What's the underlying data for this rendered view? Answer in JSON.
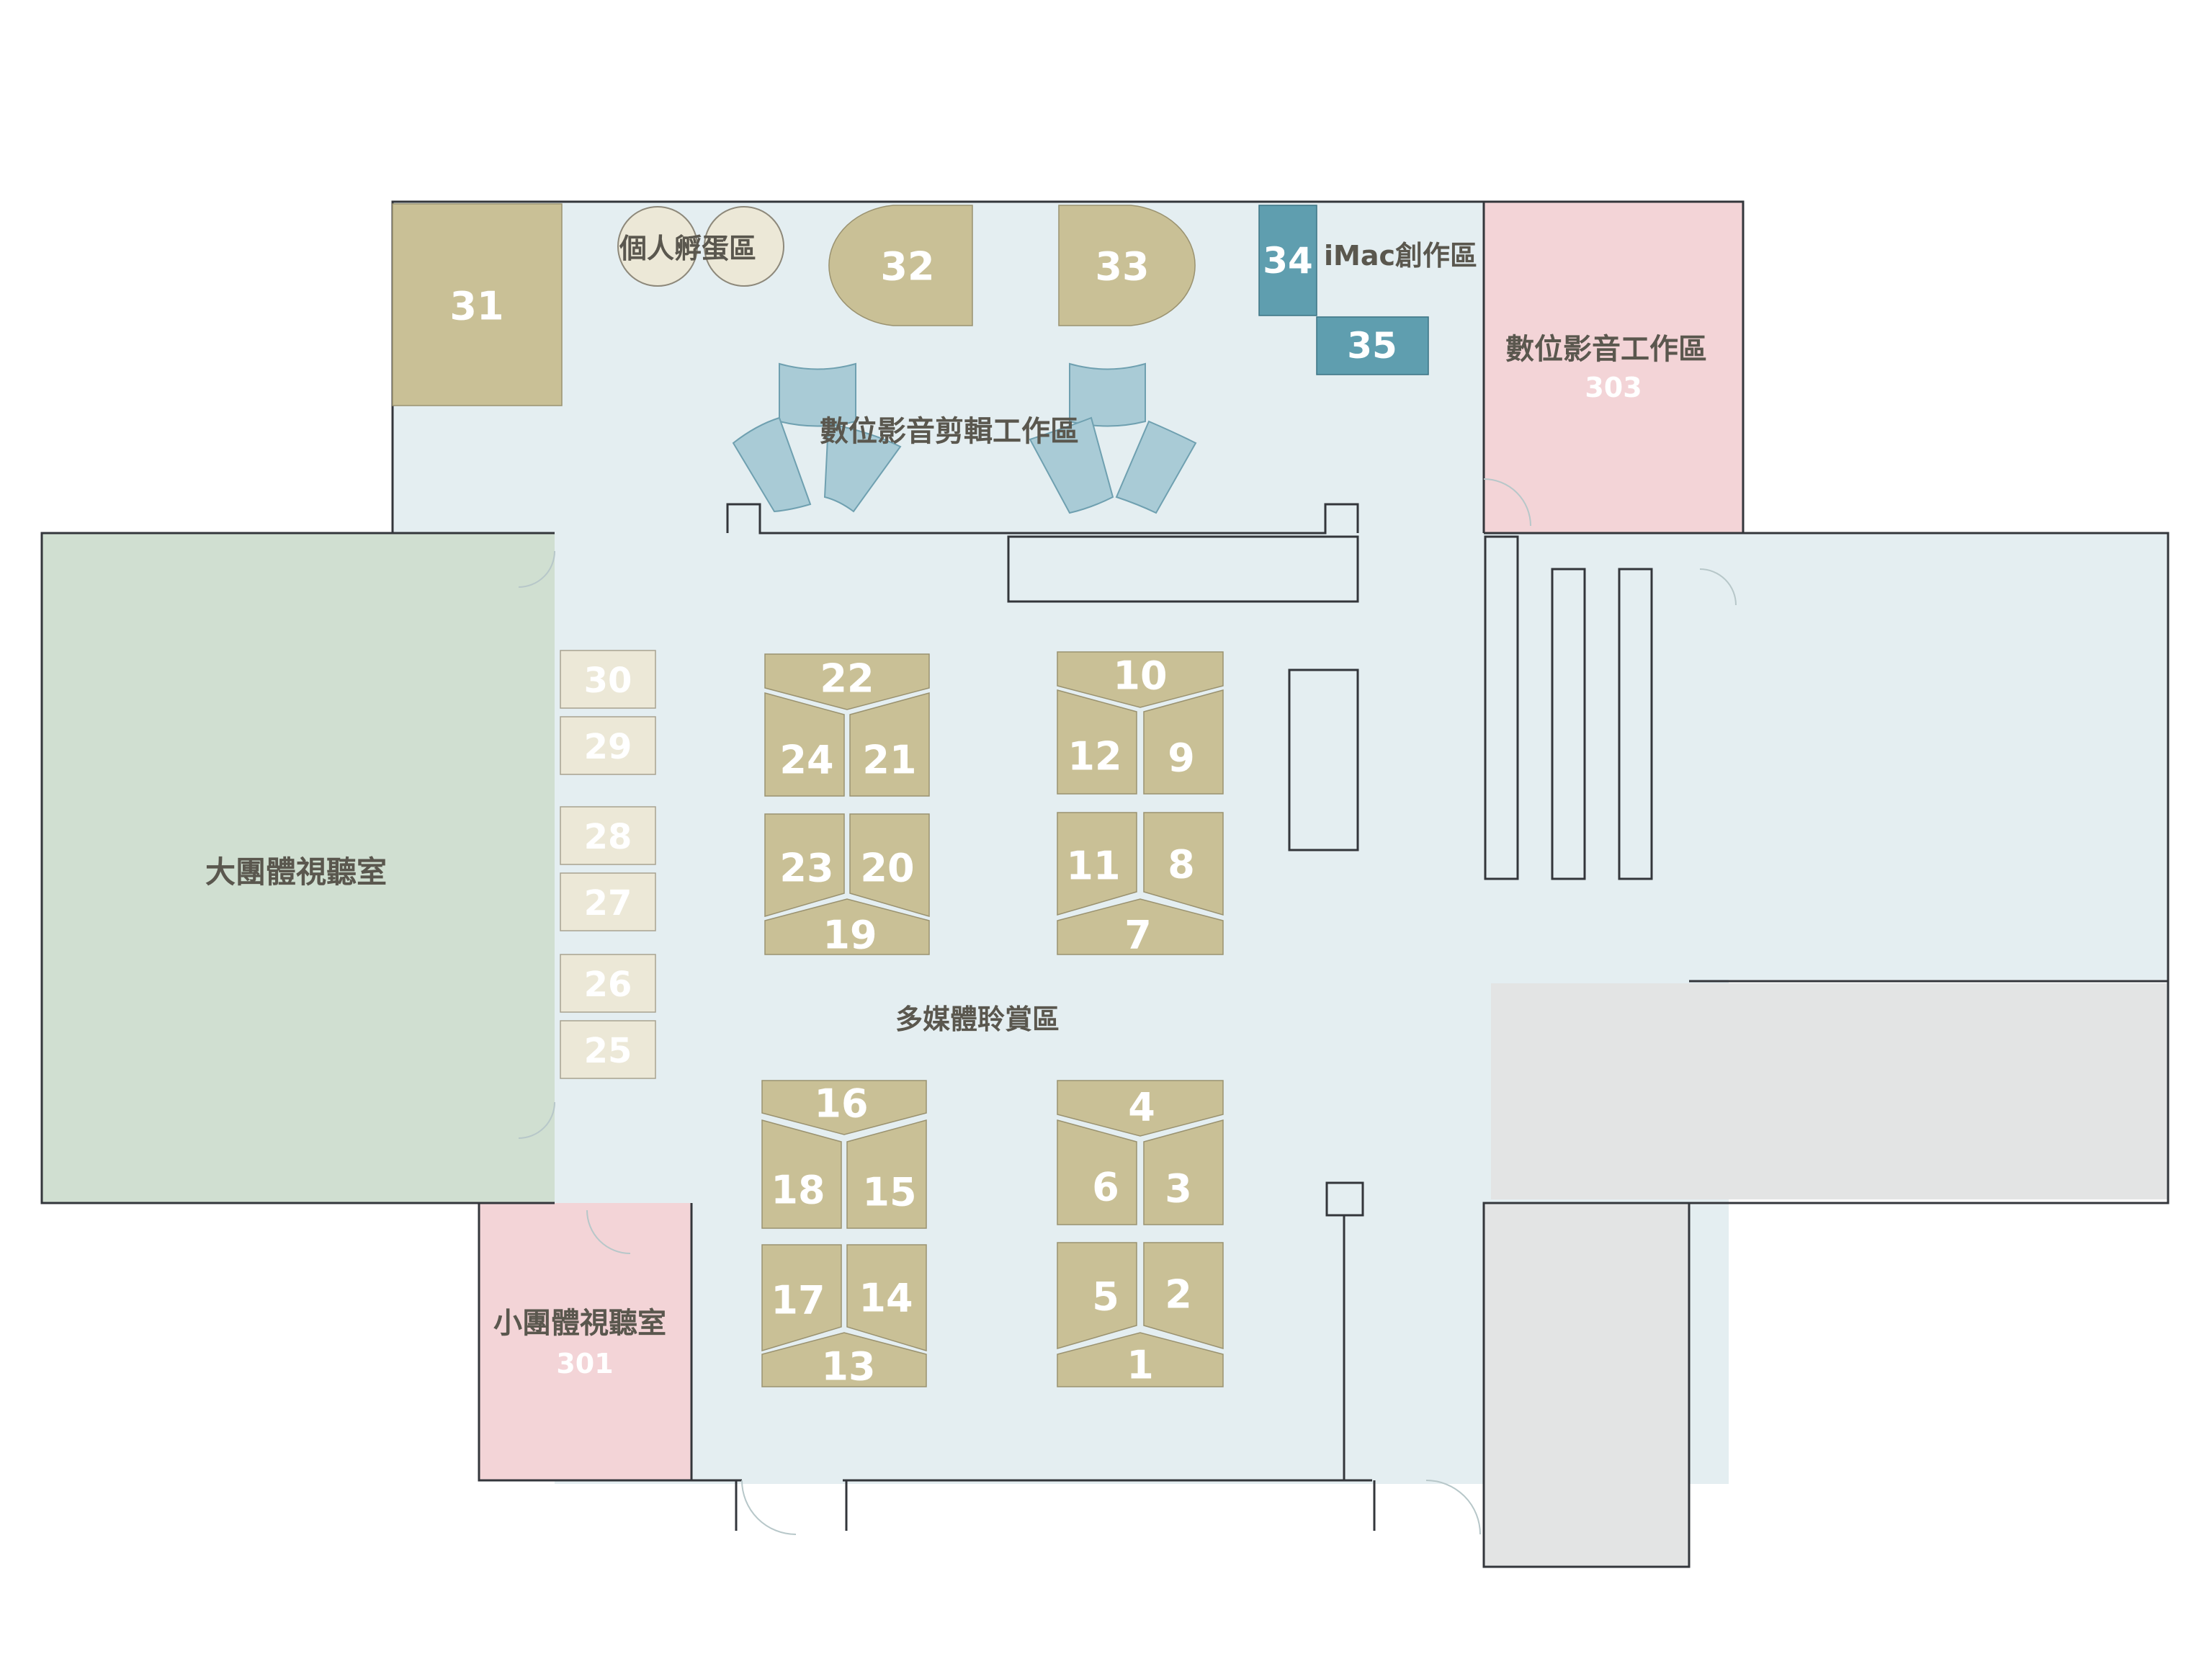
{
  "colors": {
    "floor": "#e4eef1",
    "green_room": "#d0dfd1",
    "pink_room": "#f3d4d7",
    "gray_room": "#e3e4e4",
    "seat": "#c9c096",
    "seat_light": "#ece8d7",
    "seat_blue": "#5f9eaf",
    "chair": "#a9cbd6",
    "wall": "#33363b"
  },
  "areas": {
    "incubator": "個人孵蛋區",
    "imac": "iMac創作區",
    "editing": "數位影音剪輯工作區",
    "studio_name": "數位影音工作區",
    "studio_room": "303",
    "large_room": "大團體視聽室",
    "small_room_name": "小團體視聽室",
    "small_room_number": "301",
    "listening": "多媒體聆賞區"
  },
  "seats": {
    "s1": "1",
    "s2": "2",
    "s3": "3",
    "s4": "4",
    "s5": "5",
    "s6": "6",
    "s7": "7",
    "s8": "8",
    "s9": "9",
    "s10": "10",
    "s11": "11",
    "s12": "12",
    "s13": "13",
    "s14": "14",
    "s15": "15",
    "s16": "16",
    "s17": "17",
    "s18": "18",
    "s19": "19",
    "s20": "20",
    "s21": "21",
    "s22": "22",
    "s23": "23",
    "s24": "24",
    "s25": "25",
    "s26": "26",
    "s27": "27",
    "s28": "28",
    "s29": "29",
    "s30": "30",
    "s31": "31",
    "s32": "32",
    "s33": "33",
    "s34": "34",
    "s35": "35"
  }
}
